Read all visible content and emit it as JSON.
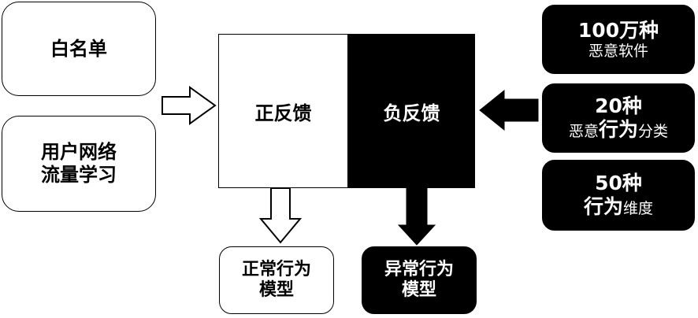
{
  "left_inputs": {
    "whitelist": "白名单",
    "traffic_line1": "用户网络",
    "traffic_line2": "流量学习"
  },
  "center": {
    "positive_feedback": "正反馈",
    "negative_feedback": "负反馈"
  },
  "right_inputs": {
    "malware_count": "100万种",
    "malware_label": "恶意软件",
    "category_count": "20种",
    "category_prefix": "恶意",
    "category_bold": "行为",
    "category_suffix": "分类",
    "dimension_count": "50种",
    "dimension_bold": "行为",
    "dimension_suffix": "维度"
  },
  "outputs": {
    "normal_line1": "正常行为",
    "normal_line2": "模型",
    "abnormal_line1": "异常行为",
    "abnormal_line2": "模型"
  },
  "colors": {
    "black": "#000000",
    "white": "#ffffff"
  }
}
